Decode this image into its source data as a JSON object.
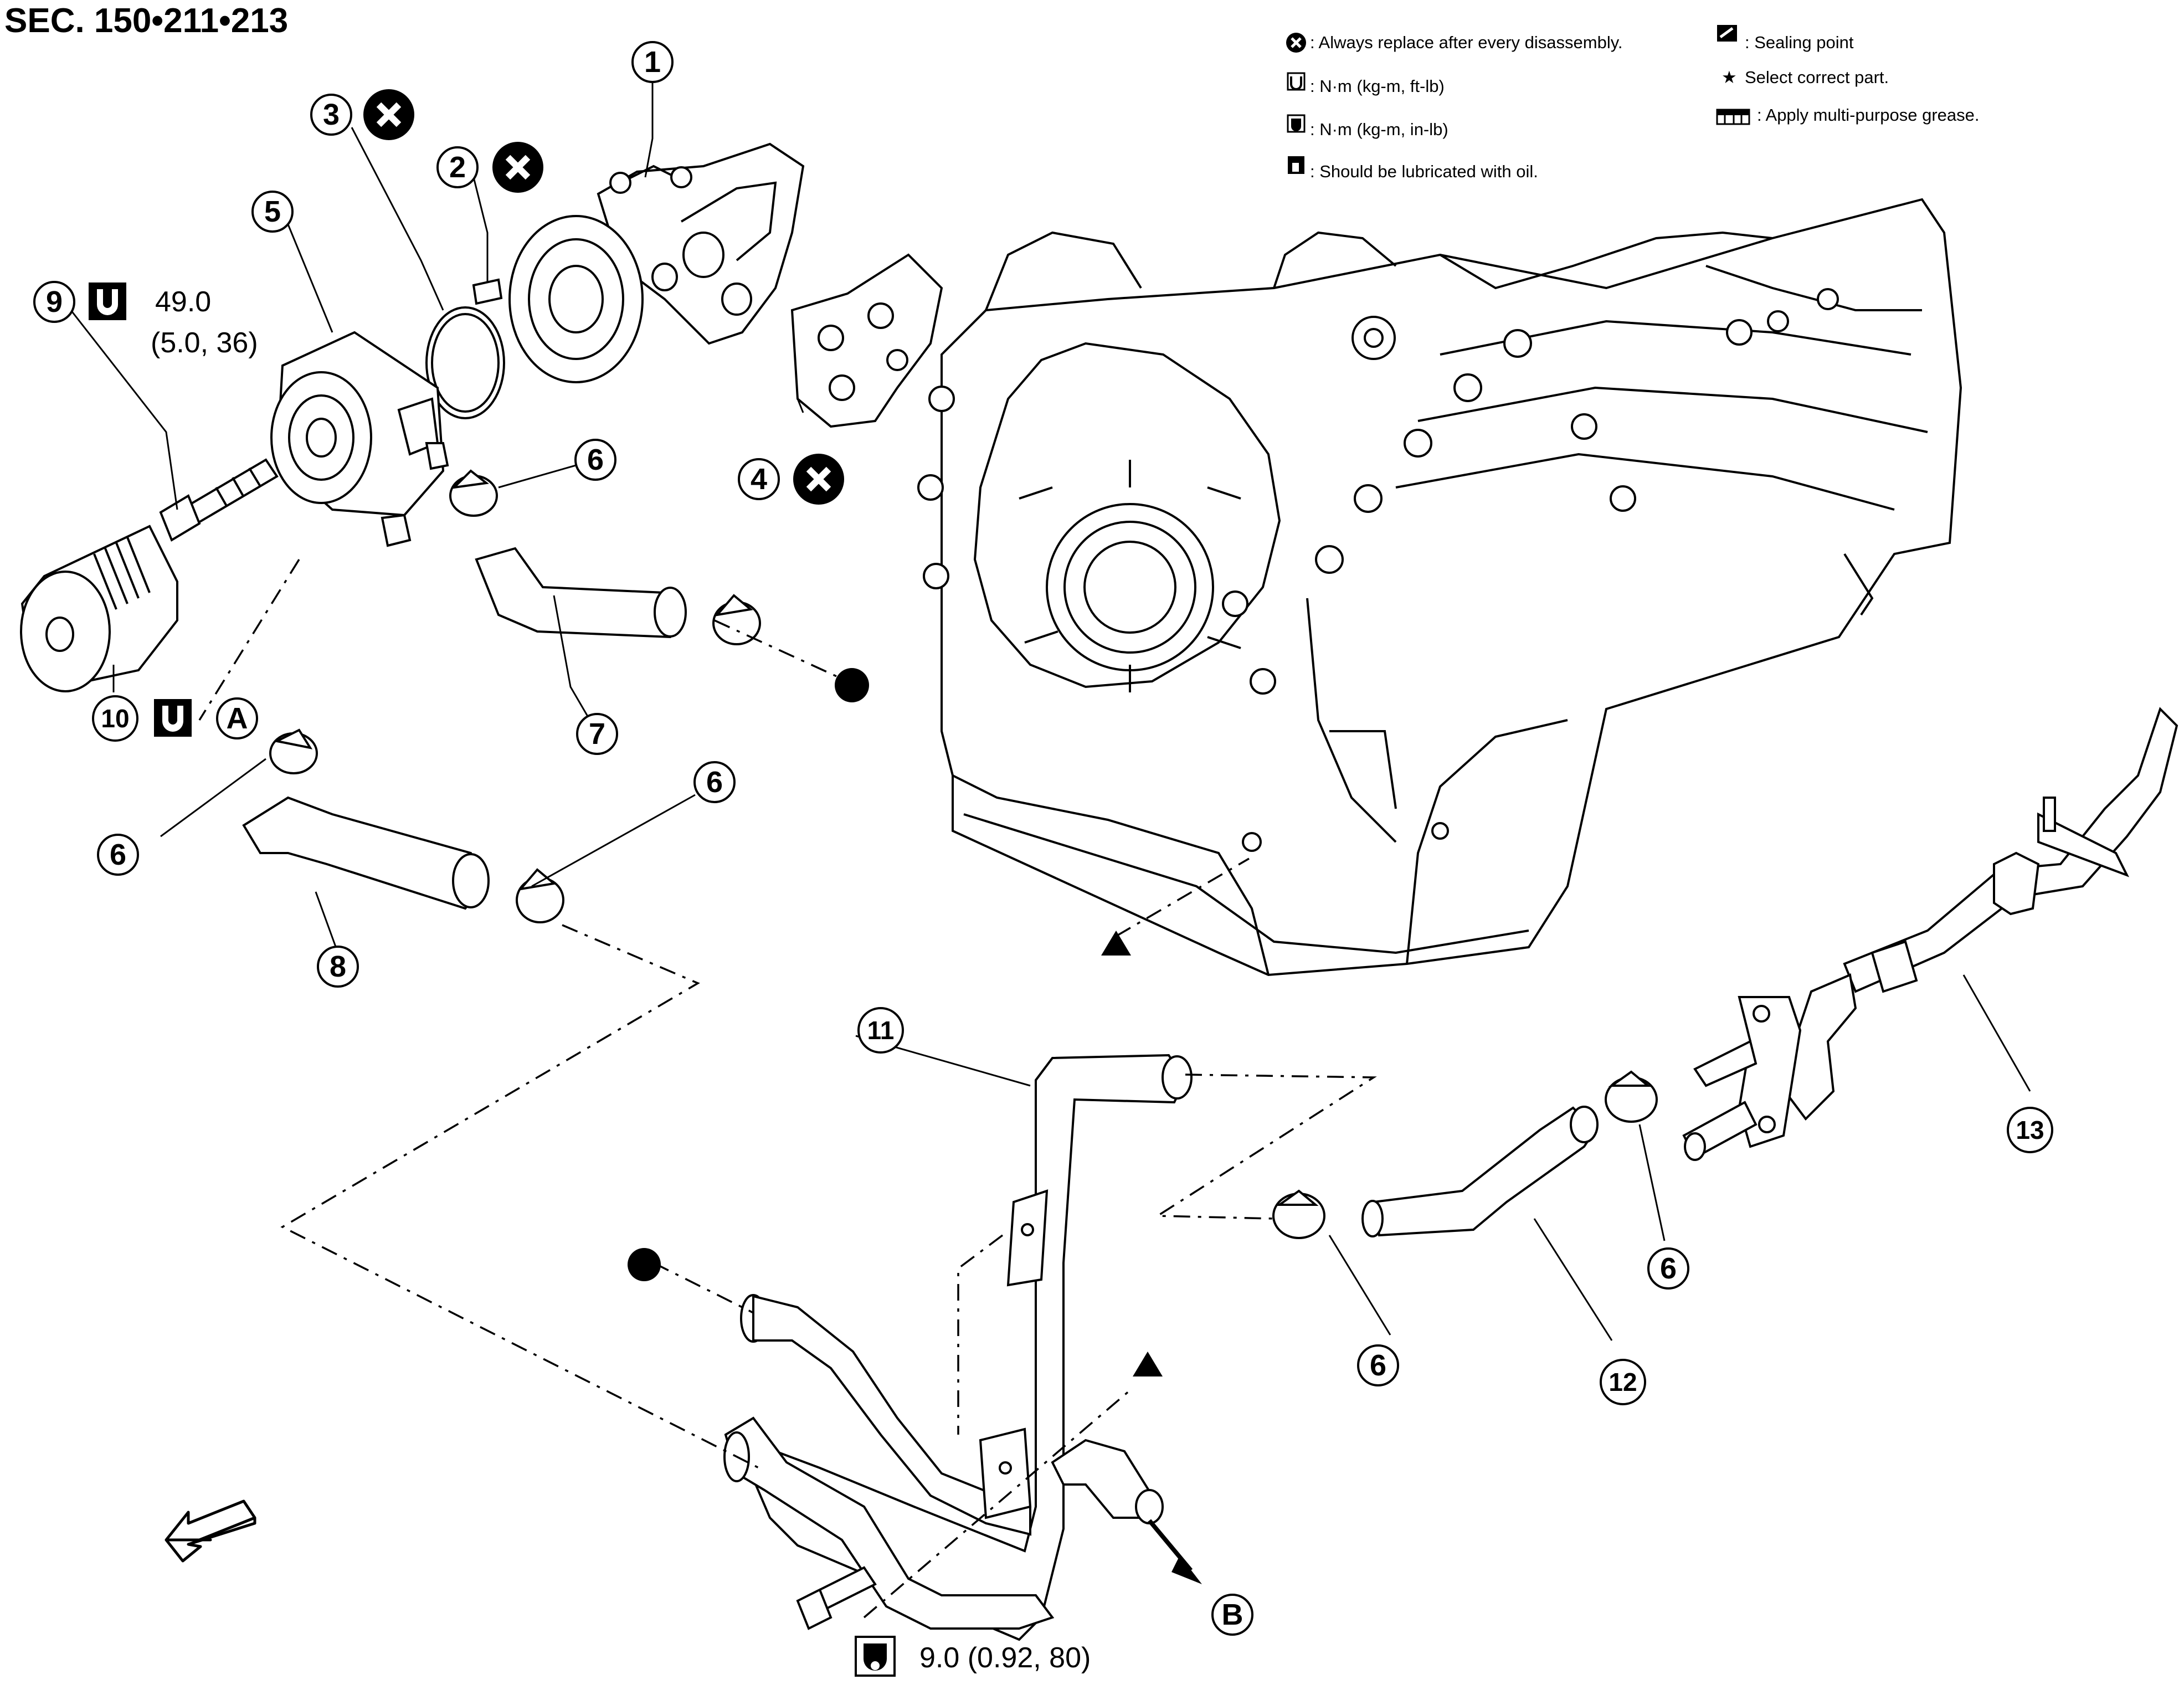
{
  "header": {
    "section_label": "SEC. 150•211•213"
  },
  "legend": {
    "replace_text": ": Always replace after every disassembly.",
    "torque_ftlb_text": ": N·m (kg-m, ft-lb)",
    "torque_inlb_text": ": N·m (kg-m, in-lb)",
    "lubricate_text": ": Should be lubricated with oil.",
    "sealing_text": ": Sealing point",
    "select_text": "Select correct part.",
    "grease_text": ": Apply multi-purpose grease.",
    "select_symbol": "★"
  },
  "callouts": {
    "c1": "1",
    "c2": "2",
    "c3": "3",
    "c4": "4",
    "c5": "5",
    "c6": "6",
    "c7": "7",
    "c8": "8",
    "c9": "9",
    "c10": "10",
    "c11": "11",
    "c12": "12",
    "c13": "13",
    "cA": "A",
    "cB": "B"
  },
  "torques": {
    "oil_filter_stud_line1": "49.0",
    "oil_filter_stud_line2": "(5.0, 36)",
    "bolt_value": "9.0 (0.92, 80)"
  },
  "colors": {
    "ink": "#000000",
    "paper": "#ffffff"
  },
  "icons": {
    "replace": "x-circle-icon",
    "torque": "torque-wrench-icon",
    "lubricate": "oil-can-icon",
    "sealing": "sealant-tube-icon",
    "grease": "grease-icon",
    "front": "front-arrow-icon"
  }
}
